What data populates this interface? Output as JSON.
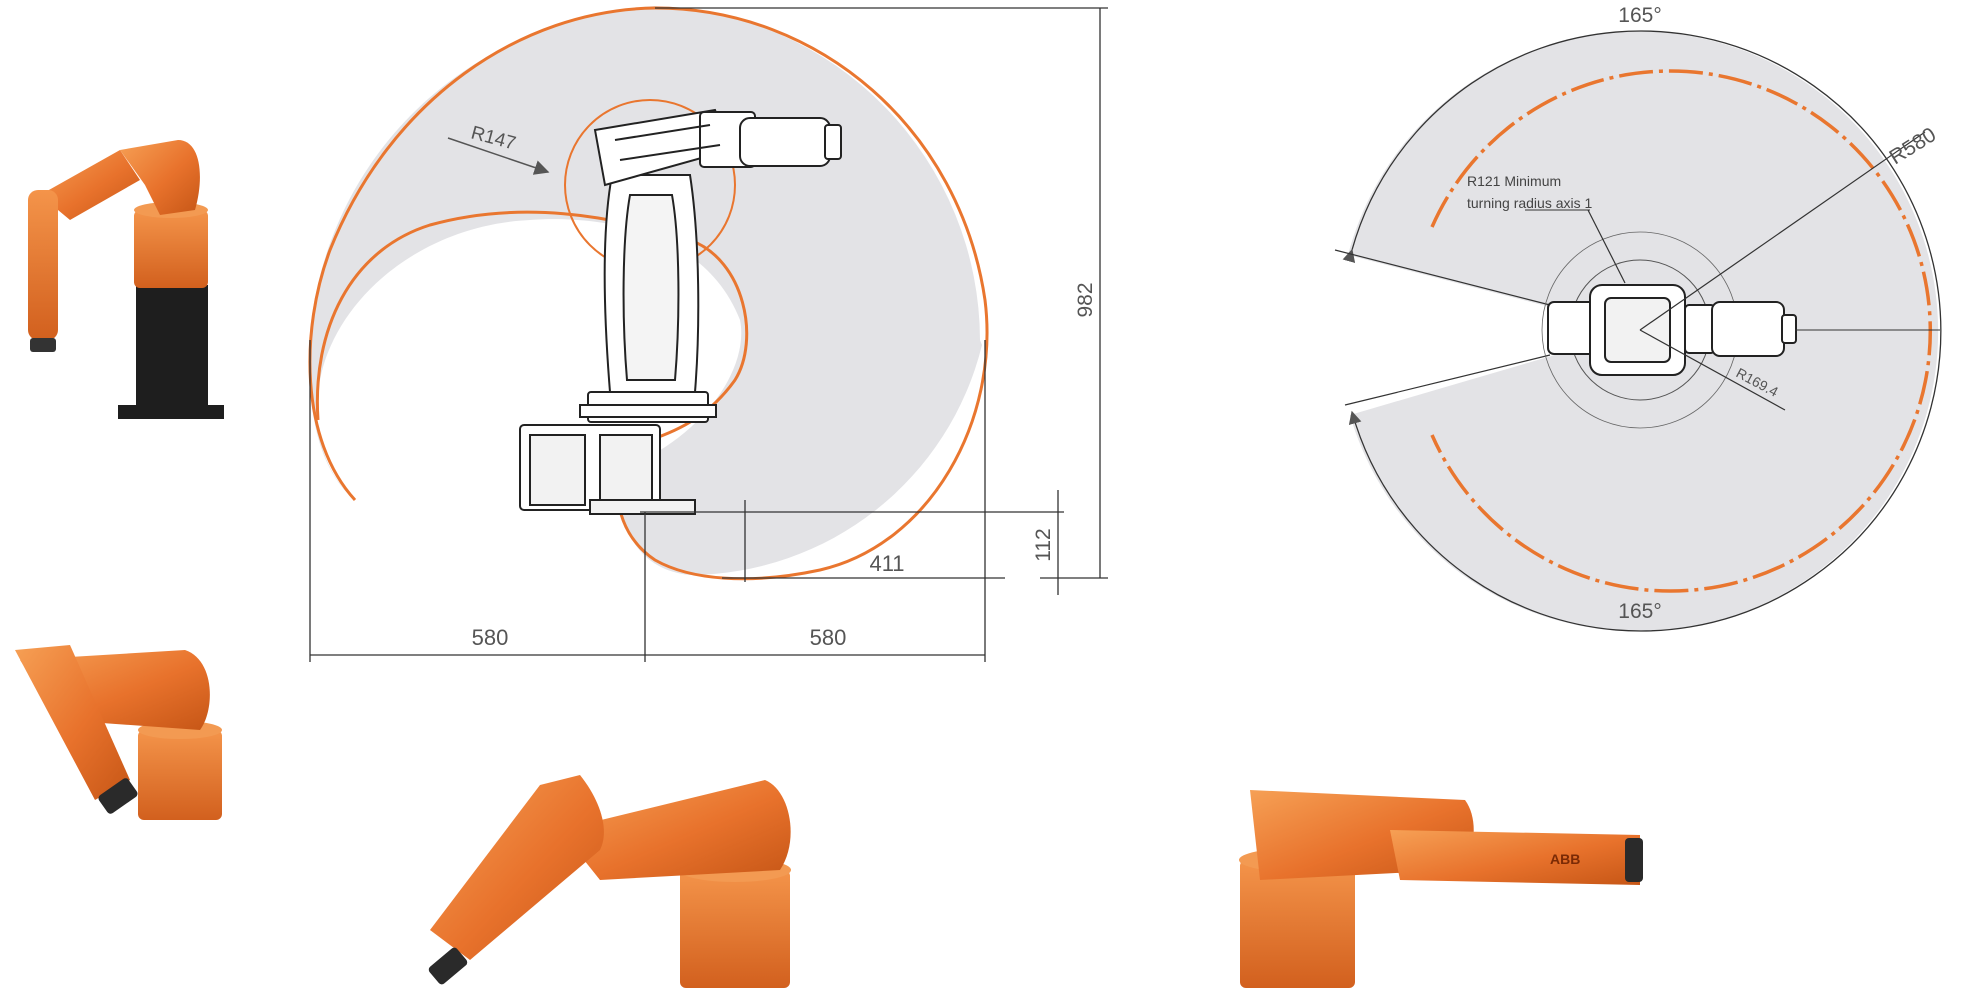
{
  "colors": {
    "orange": "#e9762f",
    "orange_dark": "#c9581a",
    "orange_light": "#f39a52",
    "envelope_fill": "#e3e3e6",
    "line": "#333333",
    "black": "#222222"
  },
  "side_view": {
    "dim_height": "982",
    "dim_left_reach": "580",
    "dim_right_reach": "580",
    "dim_base_offset": "411",
    "dim_base_height": "112",
    "radius_label": "R147"
  },
  "top_view": {
    "angle_top": "165°",
    "angle_bottom": "165°",
    "radius_max": "R580",
    "radius_axis": "R169.4",
    "note_line1": "R121 Minimum",
    "note_line2": "turning radius axis 1"
  },
  "robot_badge": "ABB",
  "icons": [
    "robot-arm-on-pedestal-icon",
    "robot-arm-bent-down-icon",
    "robot-arm-reaching-down-icon",
    "robot-arm-extended-horizontal-icon"
  ]
}
